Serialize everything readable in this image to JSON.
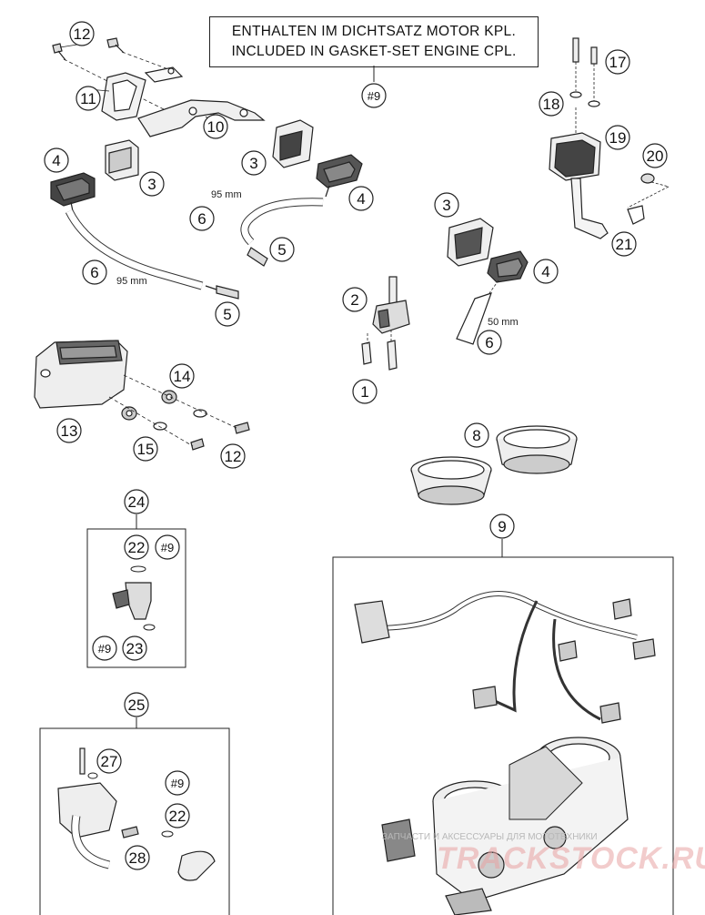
{
  "note": {
    "line1": "ENTHALTEN IM DICHTSATZ MOTOR KPL.",
    "line2": "INCLUDED IN GASKET-SET ENGINE CPL."
  },
  "callouts": {
    "c12a": "12",
    "c11": "11",
    "c10": "10",
    "c4a": "4",
    "c3a": "3",
    "c3b": "3",
    "c4b": "4",
    "c6a": "6",
    "c5a": "5",
    "c6b": "6",
    "c5b": "5",
    "c9ref": "#9",
    "c17": "17",
    "c18": "18",
    "c19": "19",
    "c20": "20",
    "c21": "21",
    "c3c": "3",
    "c4c": "4",
    "c2": "2",
    "c1": "1",
    "c6c": "6",
    "c14": "14",
    "c13": "13",
    "c15": "15",
    "c12b": "12",
    "c8": "8",
    "c9": "9",
    "c24": "24",
    "c22a": "22",
    "c9refb": "#9",
    "c9refc": "#9",
    "c23": "23",
    "c25": "25",
    "c27": "27",
    "c9refd": "#9",
    "c22b": "22",
    "c28": "28"
  },
  "dimensions": {
    "hose_a": "95 mm",
    "hose_b": "95 mm",
    "hose_c": "50 mm"
  },
  "watermark": {
    "text": "ЗАПЧАСТИ И АКСЕССУАРЫ ДЛЯ МОТОТЕХНИКИ",
    "logo": "TRACKSTOCK.RU"
  }
}
